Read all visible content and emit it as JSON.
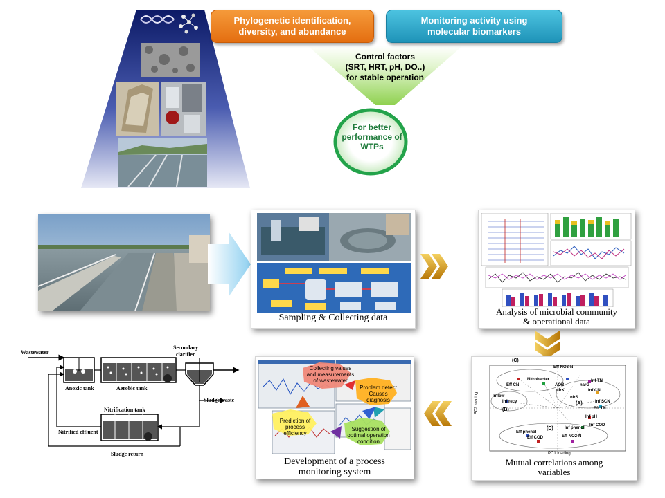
{
  "top": {
    "box_phylo": "Phylogenetic identification, diversity, and abundance",
    "box_monitor": "Monitoring activity using molecular biomarkers",
    "control_factors": {
      "line1": "Control factors",
      "line2": "(SRT, HRT, pH, DO..)",
      "line3": "for stable operation"
    },
    "performance": "For better performance of WTPs"
  },
  "panels": {
    "sampling": "Sampling & Collecting data",
    "analysis_line1": "Analysis of microbial community",
    "analysis_line2": "& operational data",
    "correlations_line1": "Mutual correlations among",
    "correlations_line2": "variables",
    "development_line1": "Development of a process",
    "development_line2": "monitoring system"
  },
  "cycle": {
    "collect": "Collecting values and measurements of wastewater",
    "detect": "Problem detect Causes diagnosis",
    "suggest": "Suggestion of optimal operation condition",
    "predict": "Prediction of process efficiency"
  },
  "process_diagram": {
    "wastewater": "Wastewater",
    "secondary_clarifier_1": "Secondary",
    "secondary_clarifier_2": "clarifier",
    "anoxic_tank": "Anoxic tank",
    "aerobic_tank": "Aerobic tank",
    "nitrification_tank": "Nitrification tank",
    "sludge_waste": "Sludge waste",
    "nitrified_effluent": "Nitrified effluent",
    "sludge_return": "Sludge return"
  },
  "pca": {
    "x_axis_label": "PC1 loading",
    "y_axis_label": "PC2 loading",
    "group_a": "(A)",
    "group_b": "(B)",
    "group_c": "(C)",
    "group_d": "(D)",
    "labels": [
      "Eff NO3-N",
      "Eff CN",
      "Nitrobacter",
      "AOB",
      "nirK",
      "Inf TN",
      "nirS",
      "narG",
      "Inf CN",
      "Inflow",
      "Inf recy",
      "Inf SCN",
      "Eff TN",
      "Inf pH",
      "Inf phenol",
      "Inf COD",
      "Eff phenol",
      "Eff COD",
      "Eff NO2-N"
    ]
  },
  "colors": {
    "orange": "#e87a1c",
    "blue": "#2aa6c9",
    "green_funnel": "#8fd14f",
    "green_circle": "#23a34a",
    "chevron_gold": "#e0a020"
  }
}
